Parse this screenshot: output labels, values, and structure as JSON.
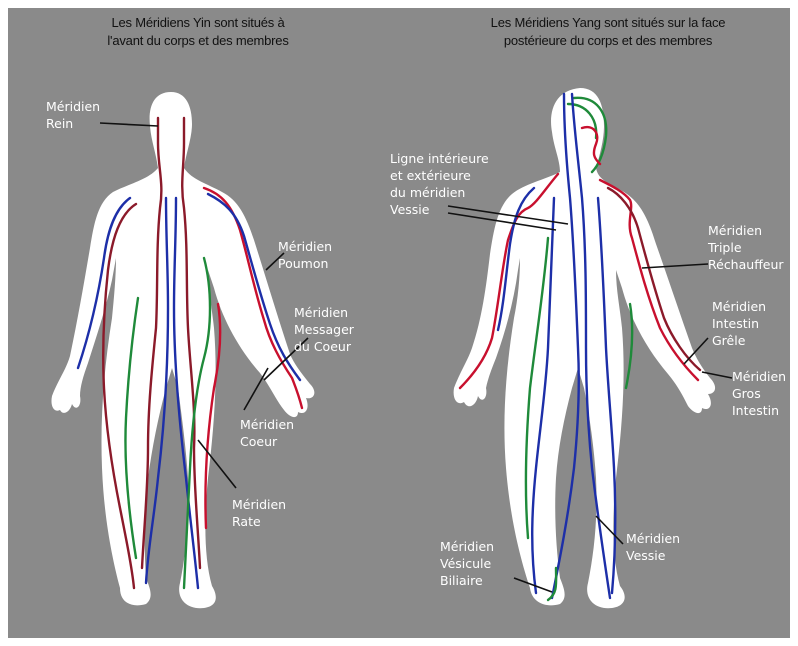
{
  "titles": {
    "yin": "Les Méridiens Yin sont situés à\nl'avant du corps et des membres",
    "yang": "Les Méridiens Yang sont situés sur la face\npostérieure du corps et des membres"
  },
  "yin_labels": {
    "rein": "Méridien\nRein",
    "poumon": "Méridien\nPoumon",
    "messager": "Méridien\nMessager\ndu Coeur",
    "coeur": "Méridien\nCoeur",
    "rate": "Méridien\nRate"
  },
  "yang_labels": {
    "vessie_lignes": "Ligne intérieure\net extérieure\ndu méridien\nVessie",
    "triple": "Méridien\nTriple\nRéchauffeur",
    "intestin_grele": "Méridien\nIntestin\nGrêle",
    "gros_intestin": "Méridien\nGros\nIntestin",
    "vessie": "Méridien\nVessie",
    "vesicule": "Méridien\nVésicule\nBiliaire"
  },
  "colors": {
    "background": "#8a8a8a",
    "body": "#ffffff",
    "red": "#c8102e",
    "blue": "#1d2fa8",
    "green": "#1f8a3a",
    "darkred": "#8b1a2a"
  }
}
